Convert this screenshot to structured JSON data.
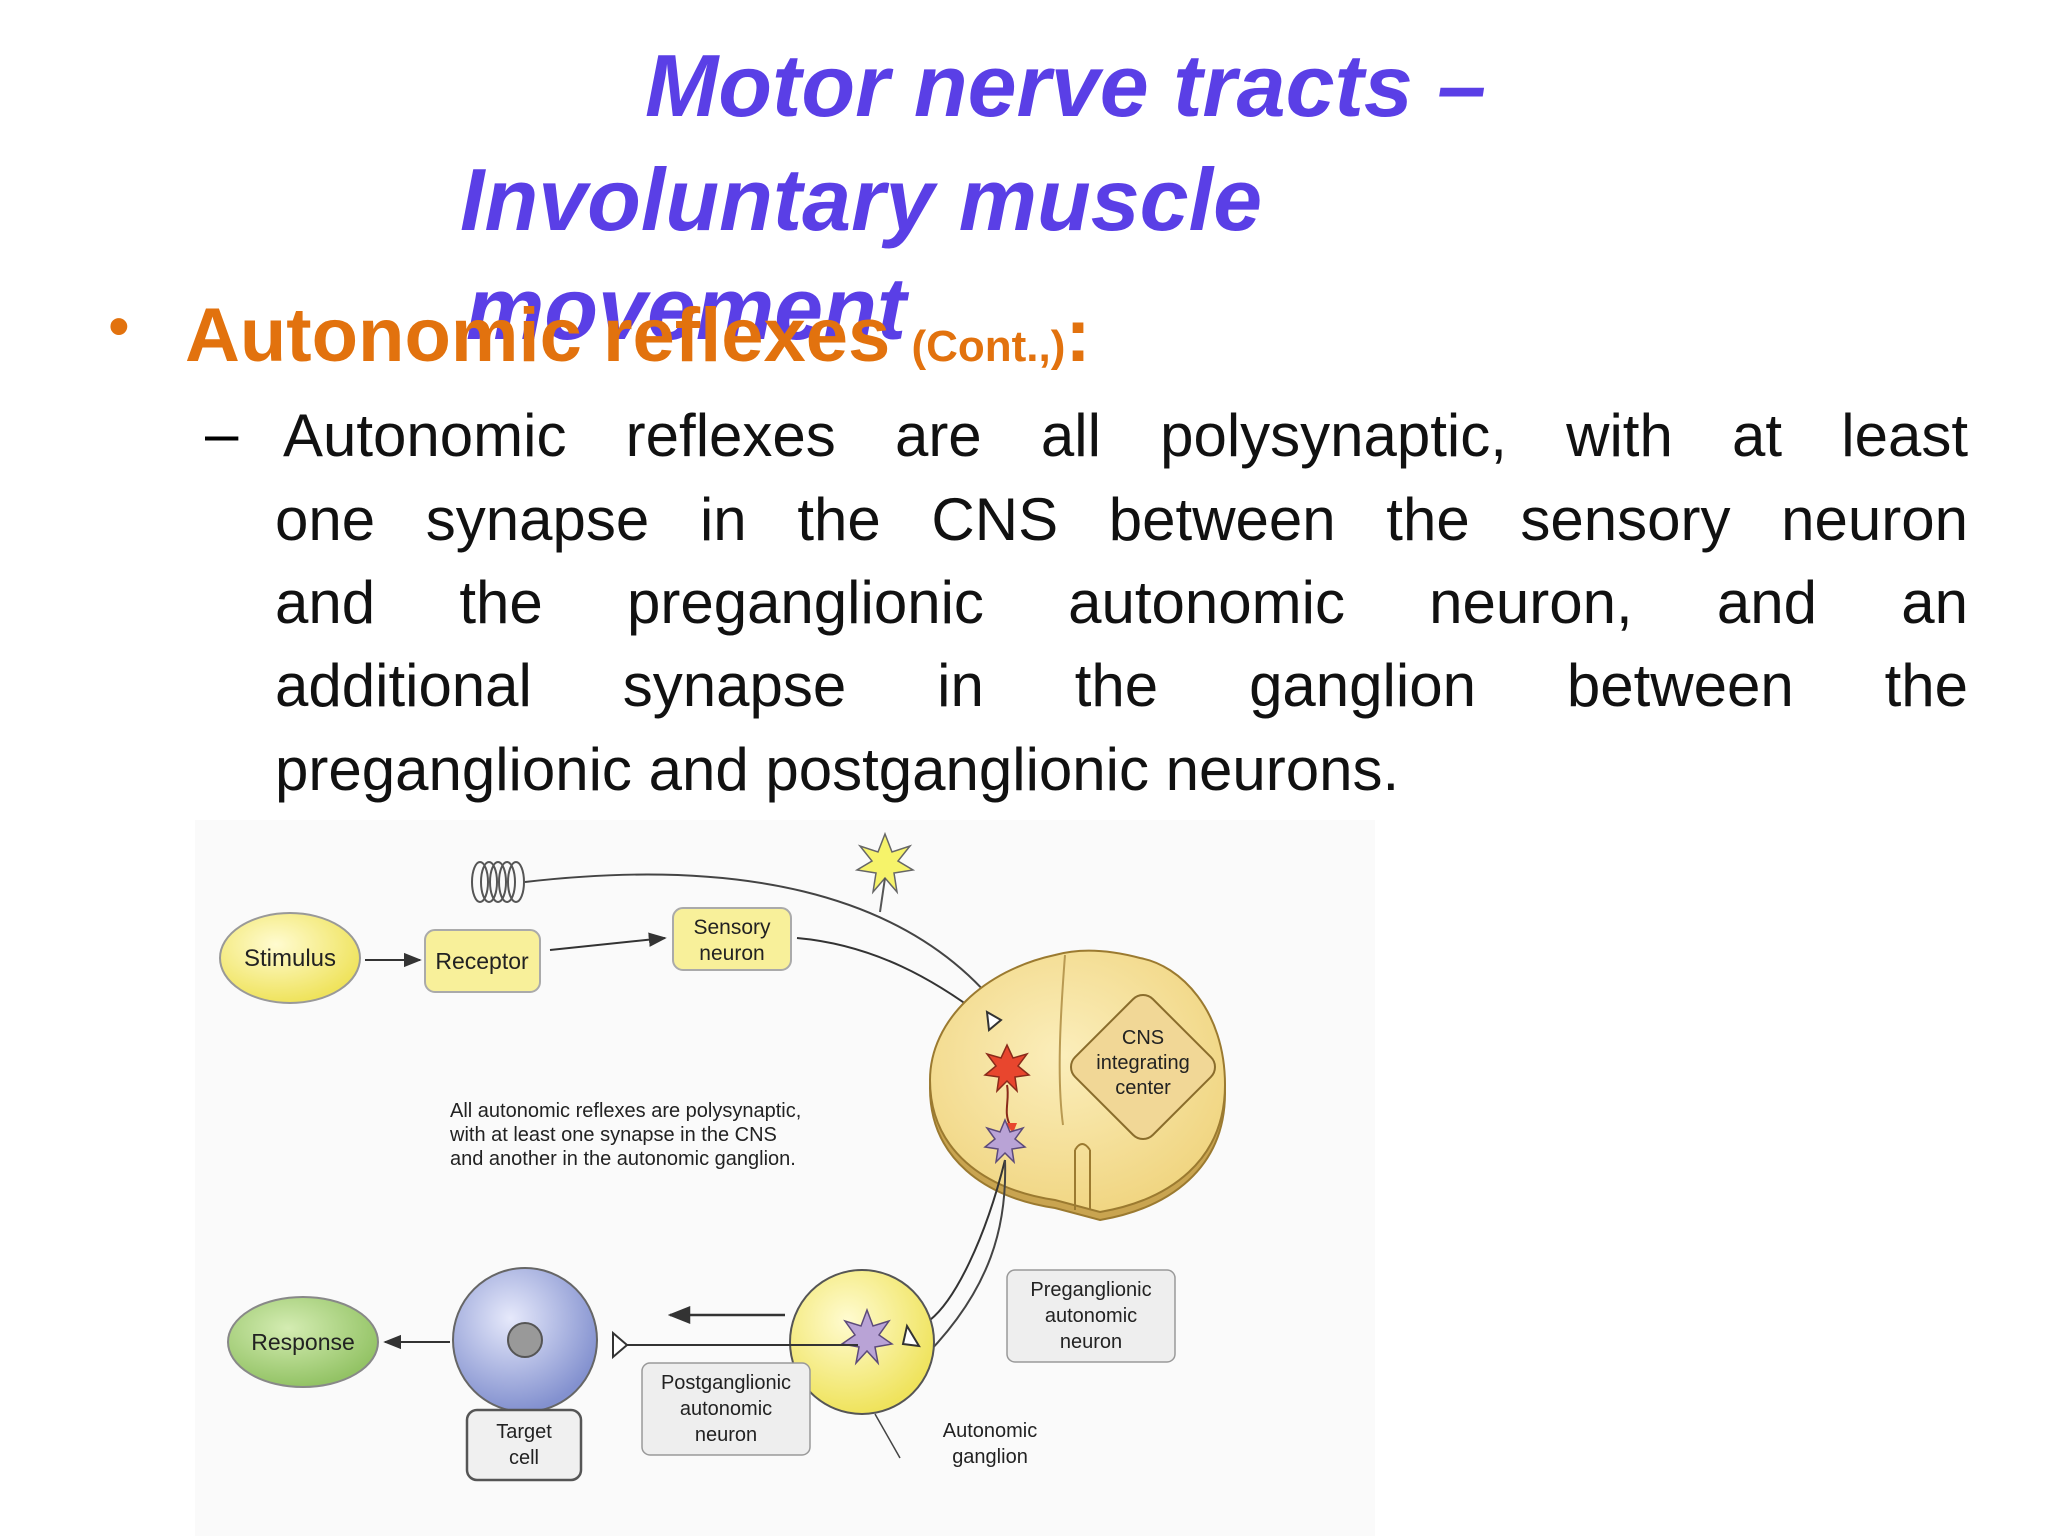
{
  "colors": {
    "title": "#5a3fe6",
    "heading": "#e2720e",
    "body_text": "#111111",
    "yellow_node": "#f6ef8a",
    "green_node": "#a9d37f",
    "cord_fill": "#f5dc8f",
    "target_cell": "#9aa6d8",
    "label_box": "#eeeeee"
  },
  "title": {
    "line1": "Motor nerve tracts –",
    "line2": "Involuntary muscle",
    "line3": "movement"
  },
  "bullet": {
    "symbol": "•",
    "heading": "Autonomic reflexes",
    "heading_note": "(Cont.,)",
    "heading_colon": ":"
  },
  "sub_bullet": {
    "symbol": "–",
    "lines": [
      "Autonomic reflexes are all polysynaptic, with at least",
      "one synapse in the CNS between the sensory neuron",
      "and the preganglionic autonomic neuron, and an",
      "additional synapse in the ganglion between the",
      "preganglionic and postganglionic neurons."
    ]
  },
  "diagram": {
    "stimulus": "Stimulus",
    "receptor": "Receptor",
    "sensory_neuron": [
      "Sensory",
      "neuron"
    ],
    "cns_center": [
      "CNS",
      "integrating",
      "center"
    ],
    "note": [
      "All autonomic reflexes are polysynaptic,",
      "with at least one synapse in the CNS",
      "and another in the autonomic ganglion."
    ],
    "preganglionic": [
      "Preganglionic",
      "autonomic",
      "neuron"
    ],
    "postganglionic": [
      "Postganglionic",
      "autonomic",
      "neuron"
    ],
    "response": "Response",
    "target_cell": [
      "Target",
      "cell"
    ],
    "autonomic_ganglion": [
      "Autonomic",
      "ganglion"
    ]
  }
}
